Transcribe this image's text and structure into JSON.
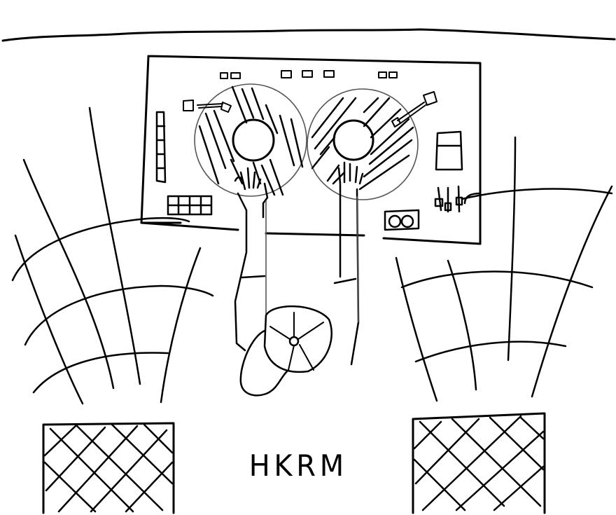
{
  "drawing": {
    "subject": "DJ playing two turntables, top-down view, with crowd lines and two speakers",
    "caption": "HKRM",
    "ink_color": "#000000",
    "background_color": "#ffffff"
  },
  "elements": {
    "horizon": "wavy-line",
    "mixer_deck": "rectangle-with-controls",
    "turntables": [
      "left-turntable",
      "right-turntable"
    ],
    "speakers": [
      "left-speaker",
      "right-speaker"
    ]
  }
}
